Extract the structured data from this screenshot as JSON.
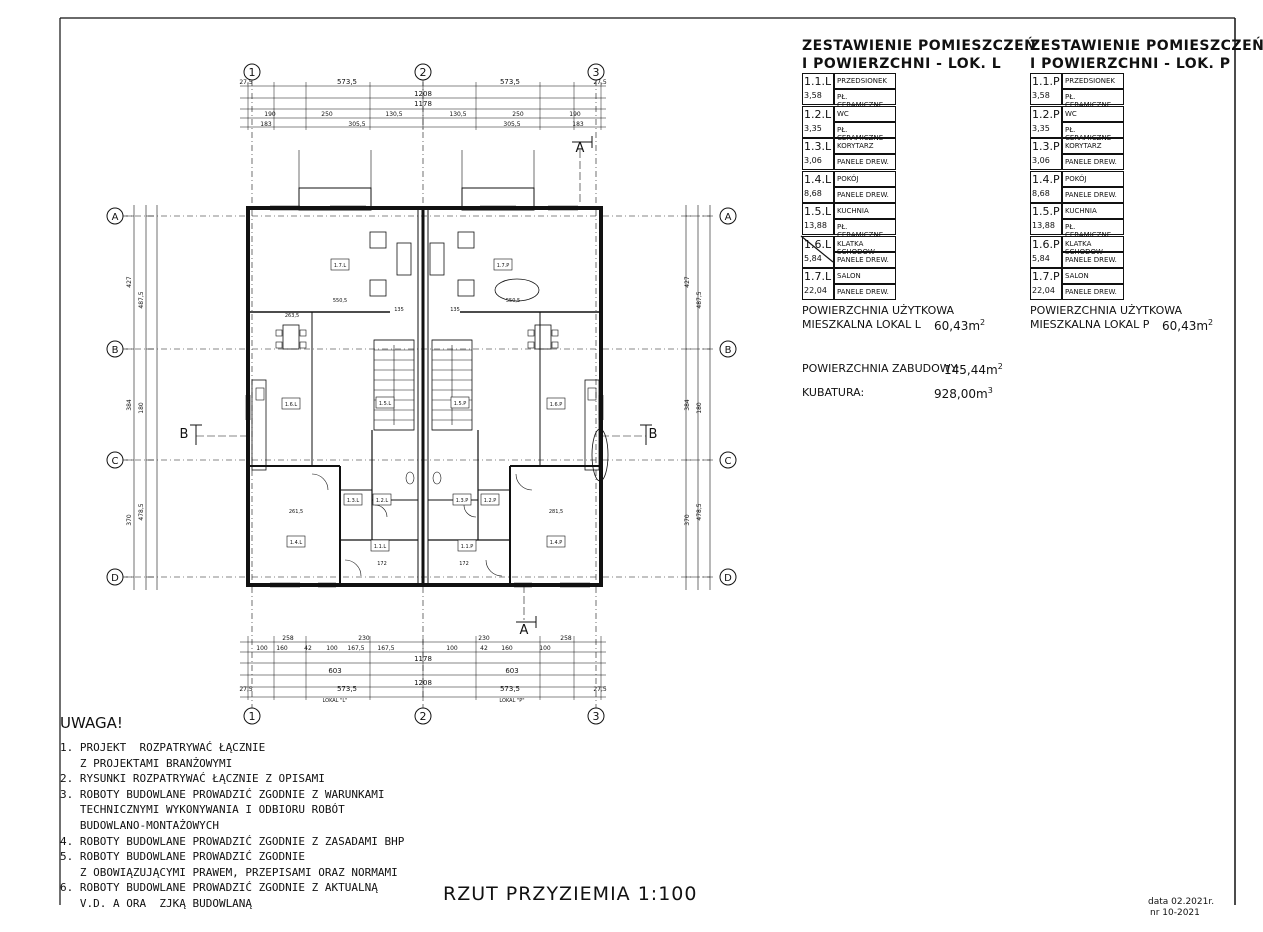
{
  "axes": {
    "columns": [
      "1",
      "2",
      "3"
    ],
    "rows": [
      "A",
      "B",
      "C",
      "D"
    ]
  },
  "section_markers": {
    "a": "A",
    "b": "B"
  },
  "dimensions": {
    "top_row1": [
      "27,5",
      "573,5",
      "573,5",
      "27,5"
    ],
    "top_row2": "1208",
    "top_row3": "1178",
    "top_row4": [
      "190",
      "250",
      "130,5",
      "130,5",
      "250",
      "190"
    ],
    "top_row5": [
      "183",
      "305,5",
      "305,5",
      "183"
    ],
    "bottom_row1": [
      "258",
      "230",
      "230",
      "258"
    ],
    "bottom_row2": [
      "100",
      "160",
      "42",
      "100",
      "167,5",
      "167,5",
      "100",
      "42",
      "160",
      "100"
    ],
    "bottom_row3": "1178",
    "bottom_row4": [
      "603",
      "603"
    ],
    "bottom_row5": "1208",
    "bottom_row6": [
      "27,5",
      "573,5",
      "573,5",
      "27,5"
    ],
    "bottom_lokal": [
      "LOKAL \"L\"",
      "LOKAL \"P\""
    ],
    "left_side": [
      "427",
      "384",
      "370",
      "487,5",
      "180",
      "478,5"
    ],
    "right_side": [
      "427",
      "384",
      "370",
      "487,5",
      "180",
      "478,5"
    ]
  },
  "plan_labels": {
    "rooms_left": [
      "1.7.L",
      "1.6.L",
      "1.5.L",
      "1.4.L",
      "1.3.L",
      "1.2.L",
      "1.1.L"
    ],
    "rooms_right": [
      "1.7.P",
      "1.6.P",
      "1.5.P",
      "1.4.P",
      "1.3.P",
      "1.2.P",
      "1.1.P"
    ],
    "inner_dims": [
      "550,5",
      "550,5",
      "263,5",
      "261,5",
      "281,5",
      "172",
      "172",
      "135",
      "135"
    ]
  },
  "table_left": {
    "title_line1": "ZESTAWIENIE POMIESZCZEŃ",
    "title_line2": "I POWIERZCHNI - LOK. L",
    "rooms": [
      {
        "code": "1.1.L",
        "name": "PRZEDSIONEK",
        "area": "3,58",
        "finish": "PŁ. CERAMICZNE"
      },
      {
        "code": "1.2.L",
        "name": "WC",
        "area": "3,35",
        "finish": "PŁ. CERAMICZNE"
      },
      {
        "code": "1.3.L",
        "name": "KORYTARZ",
        "area": "3,06",
        "finish": "PANELE DREW."
      },
      {
        "code": "1.4.L",
        "name": "POKÓJ",
        "area": "8,68",
        "finish": "PANELE DREW."
      },
      {
        "code": "1.5.L",
        "name": "KUCHNIA",
        "area": "13,88",
        "finish": "PŁ. CERAMICZNE"
      },
      {
        "code": "1.6.L",
        "name": "KLATKA SCHODOW",
        "area": "5,84",
        "finish": "PANELE DREW."
      },
      {
        "code": "1.7.L",
        "name": "SALON",
        "area": "22,04",
        "finish": "PANELE DREW."
      }
    ],
    "usable_label_line1": "POWIERZCHNIA UŻYTKOWA",
    "usable_label_line2": "MIESZKALNA LOKAL L",
    "usable_value": "60,43m",
    "usable_sup": "2"
  },
  "table_right": {
    "title_line1": "ZESTAWIENIE POMIESZCZEŃ",
    "title_line2": "I POWIERZCHNI - LOK. P",
    "rooms": [
      {
        "code": "1.1.P",
        "name": "PRZEDSIONEK",
        "area": "3,58",
        "finish": "PŁ. CERAMICZNE"
      },
      {
        "code": "1.2.P",
        "name": "WC",
        "area": "3,35",
        "finish": "PŁ. CERAMICZNE"
      },
      {
        "code": "1.3.P",
        "name": "KORYTARZ",
        "area": "3,06",
        "finish": "PANELE DREW."
      },
      {
        "code": "1.4.P",
        "name": "POKÓJ",
        "area": "8,68",
        "finish": "PANELE DREW."
      },
      {
        "code": "1.5.P",
        "name": "KUCHNIA",
        "area": "13,88",
        "finish": "PŁ. CERAMICZNE"
      },
      {
        "code": "1.6.P",
        "name": "KLATKA SCHODOW",
        "area": "5,84",
        "finish": "PANELE DREW."
      },
      {
        "code": "1.7.P",
        "name": "SALON",
        "area": "22,04",
        "finish": "PANELE DREW."
      }
    ],
    "usable_label_line1": "POWIERZCHNIA UŻYTKOWA",
    "usable_label_line2": "MIESZKALNA LOKAL P",
    "usable_value": "60,43m",
    "usable_sup": "2"
  },
  "summary": {
    "built_label": "POWIERZCHNIA ZABUDOWY:",
    "built_value": "145,44m",
    "built_sup": "2",
    "volume_label": "KUBATURA:",
    "volume_value": "928,00m",
    "volume_sup": "3"
  },
  "notes": {
    "heading": "UWAGA!",
    "lines": [
      "1. PROJEKT  ROZPATRYWAĆ ŁĄCZNIE",
      "   Z PROJEKTAMI BRANŻOWYMI",
      "2. RYSUNKI ROZPATRYWAĆ ŁĄCZNIE Z OPISAMI",
      "3. ROBOTY BUDOWLANE PROWADZIĆ ZGODNIE Z WARUNKAMI",
      "   TECHNICZNYMI WYKONYWANIA I ODBIORU ROBÓT",
      "   BUDOWLANO-MONTAŻOWYCH",
      "4. ROBOTY BUDOWLANE PROWADZIĆ ZGODNIE Z ZASADAMI BHP",
      "5. ROBOTY BUDOWLANE PROWADZIĆ ZGODNIE",
      "   Z OBOWIĄZUJĄCYMI PRAWEM, PRZEPISAMI ORAZ NORMAMI",
      "6. ROBOTY BUDOWLANE PROWADZIĆ ZGODNIE Z AKTUALNĄ",
      "   V.D. A ORA  ZJKĄ BUDOWLANĄ"
    ]
  },
  "plan_title": "RZUT PRZYZIEMIA 1:100",
  "stamp": {
    "date": "data 02.2021r.",
    "number": "nr  10-2021"
  }
}
